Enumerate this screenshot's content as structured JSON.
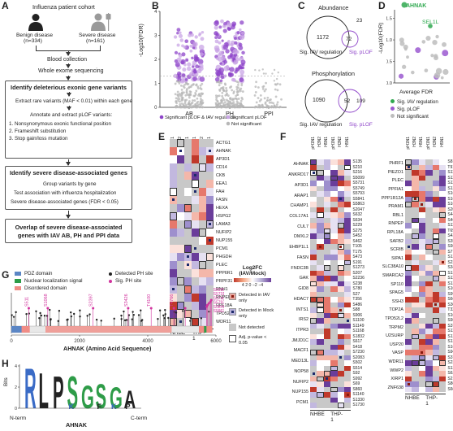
{
  "panelA": {
    "label": "A",
    "cohort": "Influenza patient cohort",
    "benign_title": "Benign disease",
    "benign_n": "(n=334)",
    "severe_title": "Severe disease",
    "severe_n": "(n=161)",
    "step1": "Blood collection",
    "step2": "Whole exome sequencing",
    "box1_title": "Identify deleterious exonic gene variants",
    "box1_line1": "Extract rare variants (MAF < 0.01) within each gene",
    "box1_line2": "Annotate and extract pLOF variants:",
    "box1_item1": "1. Nonsynonymous exonic functional position",
    "box1_item2": "2. Frameshift substitution",
    "box1_item3": "3. Stop gain/loss mutation",
    "box2_title": "Identify severe disease-associated genes",
    "box2_line1": "Group variants by gene",
    "box2_line2": "Test association with influenza hospitalization",
    "box2_line3": "Severe disease-associated genes (FDR < 0.05)",
    "box3_line1": "Overlap of severe disease-associated",
    "box3_line2": "genes with IAV AB, PH and PPI data"
  },
  "panelB": {
    "label": "B",
    "ylabel": "-Log10(FDR)",
    "yticks": [
      "0",
      "1",
      "2",
      "3",
      "4"
    ],
    "categories": [
      "AB",
      "PH",
      "PPI"
    ],
    "legend": [
      "Significant pLOF & IAV regulation",
      "Significant pLOF",
      "Not significant"
    ],
    "colors": {
      "sig_both": "#8e44c9",
      "sig_plof": "#c9a6e6",
      "ns": "#b7b7b7"
    }
  },
  "panelC": {
    "label": "C",
    "title_top": "Abundance",
    "top_left": "1172",
    "top_overlap": "72",
    "top_right": "23",
    "top_left_lbl": "Sig. IAV regulation",
    "top_right_lbl": "Sig. pLOF",
    "title_bottom": "Phosphorylation",
    "bottom_left": "1090",
    "bottom_overlap": "52",
    "bottom_right": "109",
    "bottom_left_lbl": "Sig. IAV regulation",
    "bottom_right_lbl": "Sig. pLOF"
  },
  "panelD": {
    "label": "D",
    "ylabel": "-Log10(FDR)",
    "xlabel": "Average FDR",
    "yticks": [
      "0.0",
      "0.5",
      "1.0",
      "1.5"
    ],
    "highlight1": "AHNAK",
    "highlight2": "SEL1L",
    "legend": [
      "Sig. IAV regulation",
      "Sig. pLOF",
      "Not significant"
    ],
    "colors": {
      "green": "#2fa84f",
      "purple": "#9b59d0",
      "grey": "#bdbdbd"
    }
  },
  "panelE": {
    "label": "E",
    "cols": [
      "pH1N1",
      "H3N2",
      "H5N1",
      "pH1N1",
      "H3N2",
      "H5N1"
    ],
    "genes": [
      "ACTG1",
      "AHNAK",
      "AP3D1",
      "CD14",
      "CKB",
      "EEA1",
      "FAH",
      "FASN",
      "HEXA",
      "HSPG2",
      "LAMA3",
      "NUFIP2",
      "NUP155",
      "PCM1",
      "PHGDH",
      "PLEC",
      "PPP6R1",
      "PRPF31",
      "RNH1",
      "RNPEP",
      "RPL18A",
      "TPD52L2",
      "WDR11"
    ],
    "group1": "NHBE",
    "group2": "THP-1"
  },
  "legendE": {
    "title1": "Log2FC",
    "title2": "(IAV/Mock)",
    "ticks": "4  2  0 −2  −4",
    "item1": "Detected in IAV only",
    "item2": "Detected in Mock only",
    "item3": "Not detected",
    "item4": "Adj. p-value < 0.05"
  },
  "panelF": {
    "label": "F",
    "cols": [
      "pH1N1",
      "H3N2",
      "H5N1",
      "pH1N1",
      "H3N2",
      "H5N1"
    ],
    "left_genes": [
      "AHNAK",
      "ANKRD17",
      "AP3D1",
      "ARAP1",
      "CHAMP1",
      "COL17A1",
      "CUL7",
      "DMXL2",
      "EHBP1L1",
      "FASN",
      "FNDC3B",
      "GAK",
      "GID8",
      "HDAC7",
      "INTS1",
      "IRS2",
      "ITPR3",
      "JMJD1C",
      "MACF1",
      "MED13L",
      "NOP58",
      "NUFIP2",
      "NUP155",
      "PCM1"
    ],
    "left_sites": [
      "S135",
      "S210",
      "S216",
      "S5099",
      "S5731",
      "S5749",
      "S5793",
      "S5841",
      "S5863",
      "S2047",
      "S632",
      "S634",
      "S229",
      "S275",
      "S452",
      "S462",
      "T105",
      "T175",
      "S473",
      "S191",
      "S1273",
      "S207",
      "S2236",
      "S238",
      "S780",
      "S27",
      "T356",
      "S486",
      "S88",
      "S906",
      "S1100",
      "S1149",
      "S1168",
      "S1832",
      "S617",
      "S418",
      "S7230",
      "S2083",
      "S502",
      "S514",
      "S92",
      "S992",
      "S69",
      "S860",
      "S1140",
      "S1330",
      "S1730"
    ],
    "right_genes": [
      "PHRF1",
      "PIEZO1",
      "PLEC",
      "PPFIA1",
      "PPP1R12A",
      "PRAM1",
      "RBL1",
      "RNPEP",
      "RPL18A",
      "SAFB2",
      "SCRIB",
      "SIPA1",
      "SLC38A10",
      "SMARCA2",
      "SP110",
      "SPAG5",
      "SSH3",
      "TOP2A",
      "TPD52L2",
      "TRPM2",
      "U2SURP",
      "USP20",
      "VASP",
      "WDR11",
      "WWP2",
      "XIRP1",
      "ZNF638"
    ],
    "right_sites": [
      "S814",
      "T917",
      "S1105",
      "S1124",
      "S1180",
      "S1202",
      "S16",
      "S1652",
      "S1646",
      "S2059",
      "S4406",
      "S4670",
      "S1172",
      "T696",
      "S422",
      "S358",
      "S981",
      "S7",
      "S123",
      "S226",
      "S343",
      "S1348",
      "S1140",
      "S1378",
      "S1036",
      "S997",
      "S666",
      "S306",
      "T322",
      "S1050",
      "S98",
      "S37",
      "S1106",
      "S1213",
      "S1392",
      "S166",
      "S948",
      "S377",
      "S239",
      "S132",
      "S626",
      "S211",
      "S861",
      "S605"
    ],
    "group1": "NHBE",
    "group2": "THP-1"
  },
  "panelG": {
    "label": "G",
    "legend": [
      "PDZ domain",
      "Nuclear localization signal",
      "Disordered domain",
      "Detected PH site",
      "Sig. PH site"
    ],
    "sites": [
      "S511",
      "S1068",
      "S2397",
      "S3426",
      "T4100",
      "T4766",
      "S5099",
      "S5731",
      "S5749",
      "S5793",
      "S5841",
      "S5863"
    ],
    "xlabel": "AHNAK (Amino Acid Sequence)",
    "xticks": [
      "0",
      "2000",
      "4000",
      "6000"
    ],
    "colors": {
      "pdz": "#5b86c5",
      "nls": "#2e9c48",
      "disordered": "#f08c86",
      "sig": "#d1339e"
    }
  },
  "panelH": {
    "label": "H",
    "ylabel": "Bits",
    "yticks": [
      "0",
      "2",
      "4"
    ],
    "n_term": "N-term",
    "c_term": "C-term",
    "gene": "AHNAK",
    "motif": [
      "R",
      "L",
      "P",
      "S",
      "G",
      "S",
      "G",
      "A"
    ]
  }
}
